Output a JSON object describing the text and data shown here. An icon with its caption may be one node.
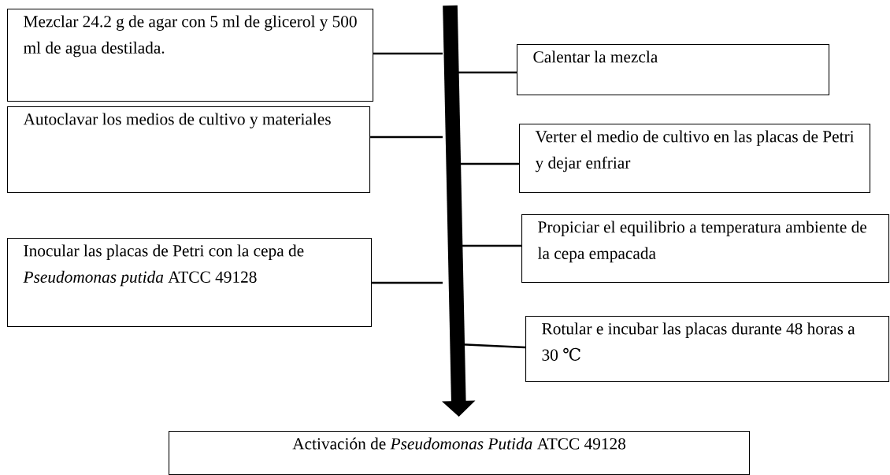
{
  "diagram": {
    "nodes": [
      {
        "text": [
          "Mezclar 24.2 g de agar con 5 ml de glicerol y 500 ml de agua destilada."
        ]
      },
      {
        "text": [
          "Calentar la mezcla"
        ]
      },
      {
        "text": [
          "Autoclavar los medios de cultivo y materiales"
        ]
      },
      {
        "text": [
          "Verter el medio de cultivo en las placas de Petri y dejar enfriar"
        ]
      },
      {
        "text": [
          "Propiciar el equilibrio a temperatura ambiente de la cepa empacada"
        ]
      },
      {
        "text": [
          "Inocular las placas de Petri con la cepa de *Pseudomonas putida* ATCC 49128"
        ]
      },
      {
        "text": [
          "Rotular e incubar las placas durante 48 horas a 30 ℃"
        ]
      },
      {
        "text": [
          "Activación de *Pseudomonas Putida* ATCC 49128"
        ]
      }
    ],
    "edges": [
      {
        "from": 0,
        "to": null,
        "arrow": "none"
      },
      {
        "from": 1,
        "to": null,
        "arrow": "none"
      },
      {
        "from": 2,
        "to": null,
        "arrow": "none"
      },
      {
        "from": 3,
        "to": null,
        "arrow": "none"
      },
      {
        "from": 4,
        "to": null,
        "arrow": "none"
      },
      {
        "from": 5,
        "to": null,
        "arrow": "none"
      },
      {
        "from": 6,
        "to": null,
        "arrow": "none"
      },
      {
        "from": null,
        "to": 7,
        "arrow": "to",
        "style": "thick"
      }
    ]
  }
}
